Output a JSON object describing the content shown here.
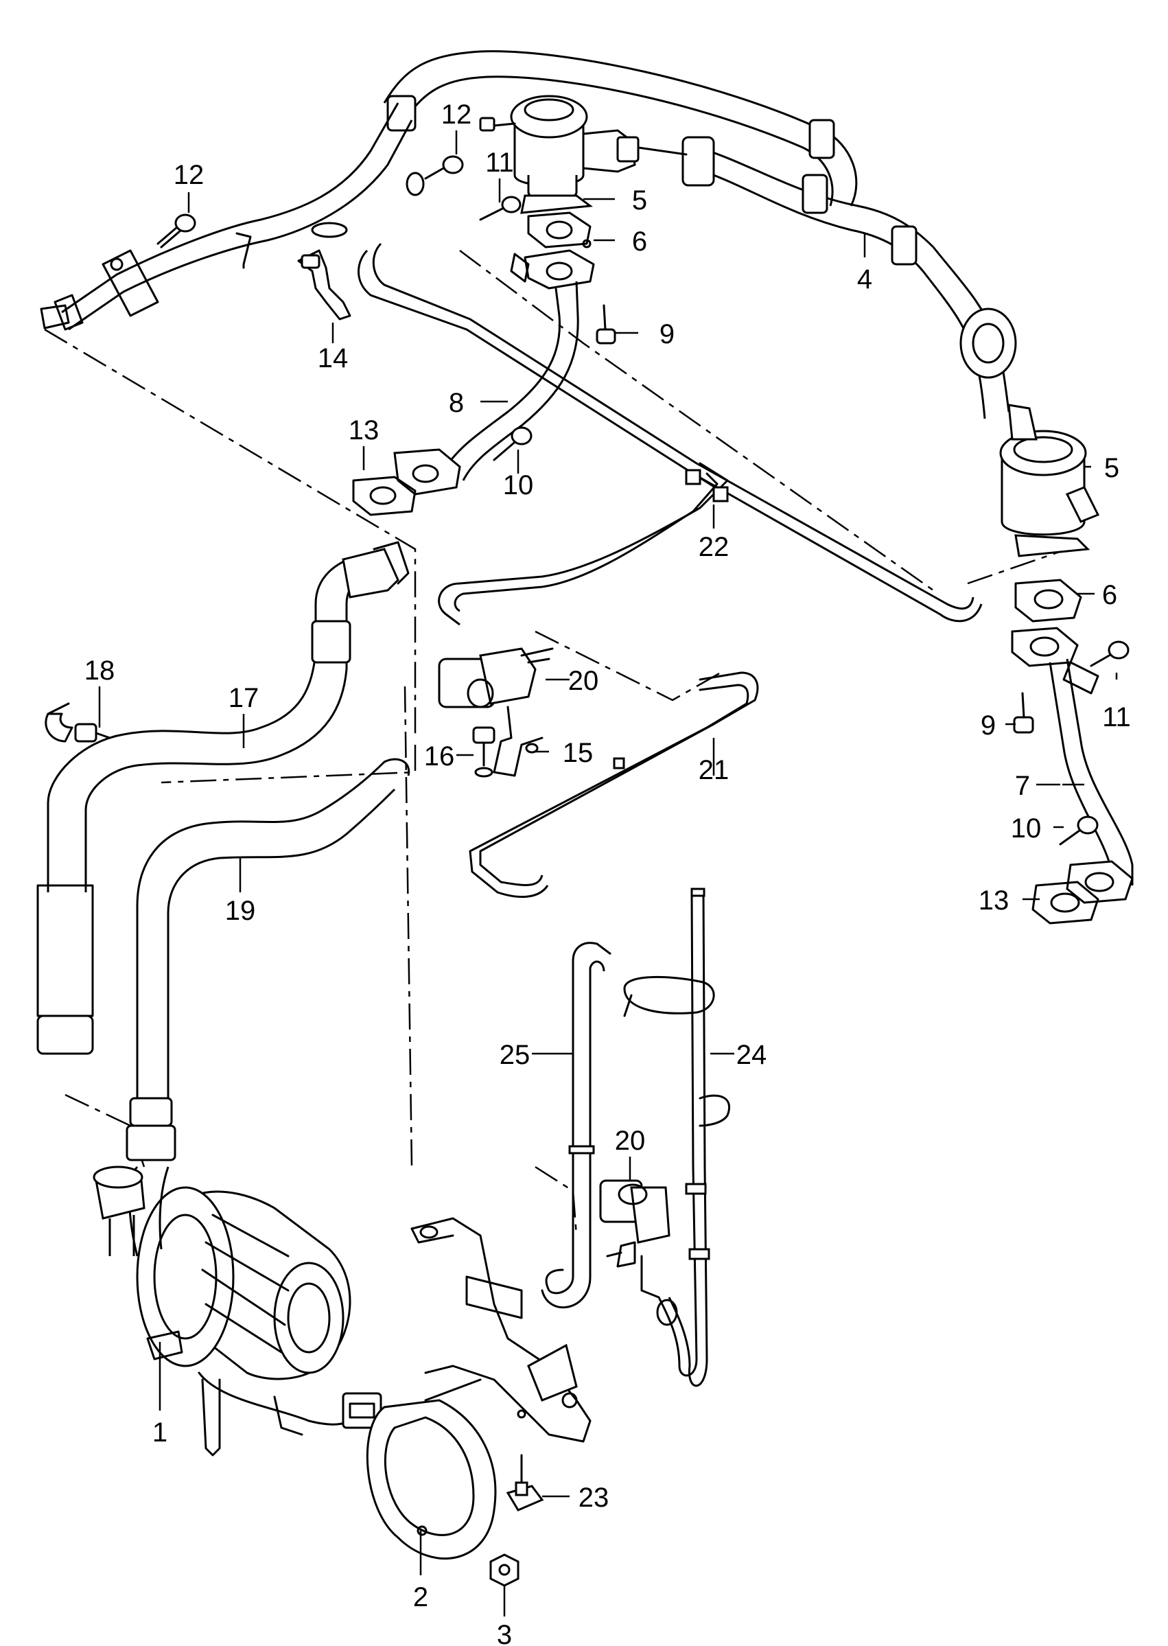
{
  "callouts": [
    {
      "id": "c1",
      "label": "1"
    },
    {
      "id": "c2",
      "label": "2"
    },
    {
      "id": "c3",
      "label": "3"
    },
    {
      "id": "c4",
      "label": "4"
    },
    {
      "id": "c5a",
      "label": "5"
    },
    {
      "id": "c5b",
      "label": "5"
    },
    {
      "id": "c6a",
      "label": "6"
    },
    {
      "id": "c6b",
      "label": "6"
    },
    {
      "id": "c7",
      "label": "7"
    },
    {
      "id": "c8",
      "label": "8"
    },
    {
      "id": "c9a",
      "label": "9"
    },
    {
      "id": "c9b",
      "label": "9"
    },
    {
      "id": "c10a",
      "label": "10"
    },
    {
      "id": "c10b",
      "label": "10"
    },
    {
      "id": "c11a",
      "label": "11"
    },
    {
      "id": "c11b",
      "label": "11"
    },
    {
      "id": "c12a",
      "label": "12"
    },
    {
      "id": "c12b",
      "label": "12"
    },
    {
      "id": "c13a",
      "label": "13"
    },
    {
      "id": "c13b",
      "label": "13"
    },
    {
      "id": "c14",
      "label": "14"
    },
    {
      "id": "c15",
      "label": "15"
    },
    {
      "id": "c16",
      "label": "16"
    },
    {
      "id": "c17",
      "label": "17"
    },
    {
      "id": "c18",
      "label": "18"
    },
    {
      "id": "c19",
      "label": "19"
    },
    {
      "id": "c20a",
      "label": "20"
    },
    {
      "id": "c20b",
      "label": "20"
    },
    {
      "id": "c21",
      "label": "21"
    },
    {
      "id": "c22",
      "label": "22"
    },
    {
      "id": "c23",
      "label": "23"
    },
    {
      "id": "c24",
      "label": "24"
    },
    {
      "id": "c25",
      "label": "25"
    }
  ]
}
